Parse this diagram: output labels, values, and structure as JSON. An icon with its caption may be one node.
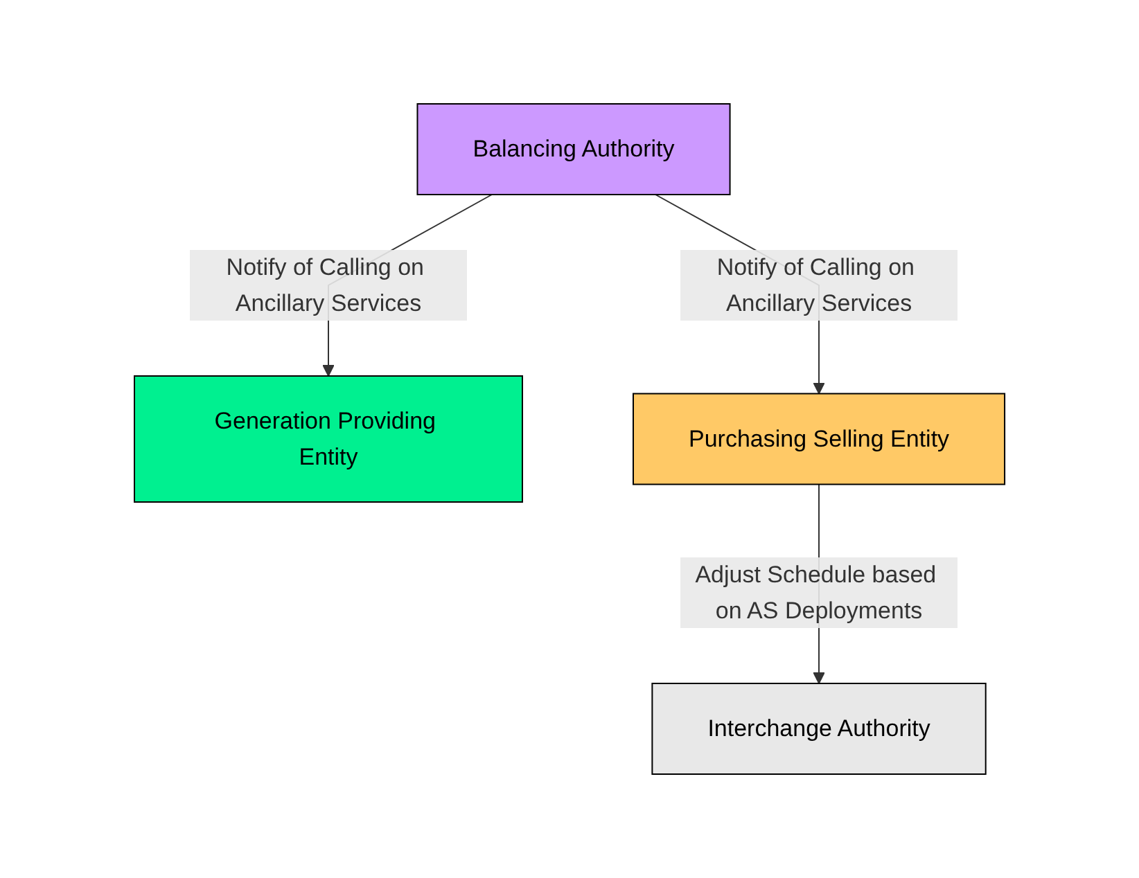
{
  "diagram": {
    "nodes": [
      {
        "text": [
          "Generation Providing Entity"
        ]
      },
      {
        "text": [
          "Purchasing Selling Entity"
        ]
      },
      {
        "text": [
          "Interchange Authority"
        ]
      },
      {
        "text": [
          "Balancing Authority"
        ]
      }
    ],
    "edges": [
      {
        "from": 1,
        "to": 2,
        "arrow": "to",
        "label": "Adjust Schedule based on AS Deployments"
      },
      {
        "from": 3,
        "to": 0,
        "arrow": "to",
        "label": "Notify of Calling on Ancillary Services"
      },
      {
        "from": 3,
        "to": 1,
        "arrow": "to",
        "label": "Notify of Calling on Ancillary Services"
      }
    ]
  }
}
